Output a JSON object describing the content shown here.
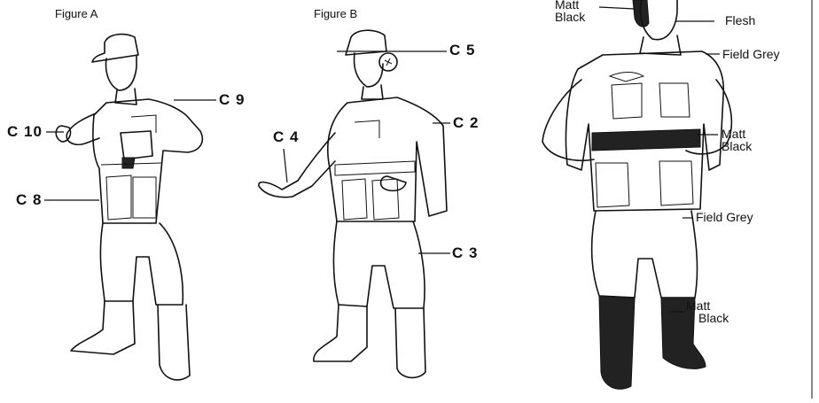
{
  "figure_a": {
    "title": "Figure A",
    "labels": [
      "C 9",
      "C 10",
      "C 8"
    ]
  },
  "figure_b": {
    "title": "Figure B",
    "labels": [
      "C 5",
      "C 2",
      "C 4",
      "C 3"
    ]
  },
  "figure_c": {
    "paint_labels": [
      {
        "line1": "Matt",
        "line2": "Black"
      },
      {
        "line1": "Flesh"
      },
      {
        "line1": "Field Grey"
      },
      {
        "line1": "Matt",
        "line2": "Black"
      },
      {
        "line1": "Field Grey"
      },
      {
        "line1": "Matt",
        "line2": "Black"
      }
    ]
  }
}
